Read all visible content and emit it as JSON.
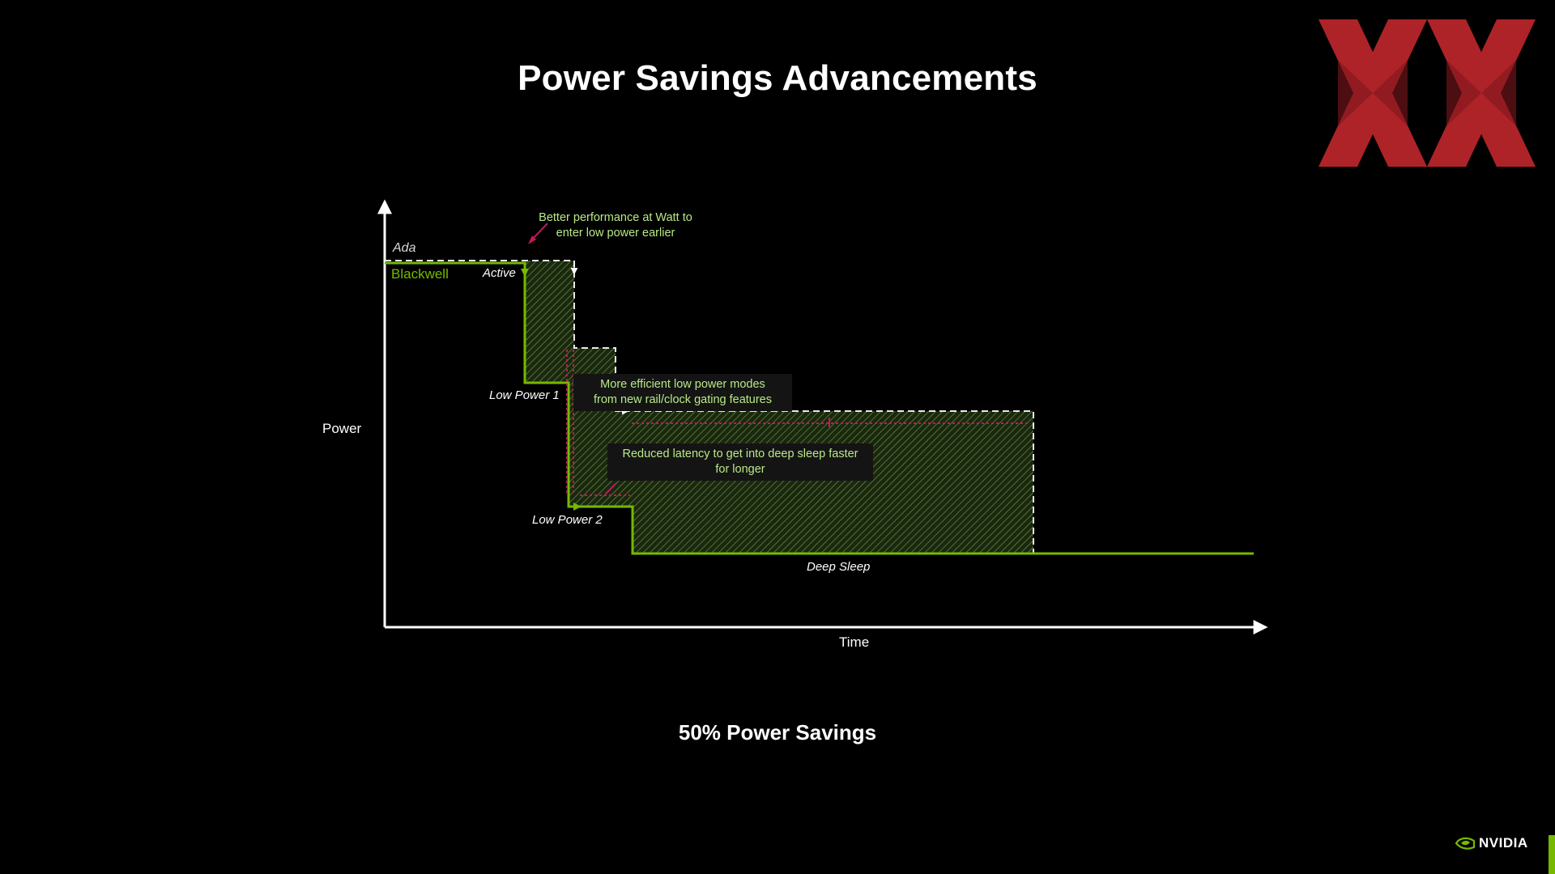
{
  "title": "Power Savings Advancements",
  "labels": {
    "ada": "Ada",
    "blackwell": "Blackwell",
    "active": "Active",
    "low_power_1": "Low Power 1",
    "low_power_2": "Low Power 2",
    "deep_sleep": "Deep Sleep"
  },
  "axes": {
    "y_label": "Power",
    "x_label": "Time"
  },
  "annotations": {
    "ann1_line1": "Better performance at Watt to",
    "ann1_line2": "enter low power earlier",
    "ann2_line1": "More efficient low power modes",
    "ann2_line2": "from new rail/clock gating features",
    "ann3_line1": "Reduced latency to get into deep sleep faster",
    "ann3_line2": "for longer"
  },
  "footer": {
    "savings": "50% Power Savings",
    "brand": "NVIDIA"
  },
  "colors": {
    "blackwell_green": "#76b900",
    "annotation_green": "#b8e986",
    "marker_magenta": "#c2185b",
    "logo_red": "#c1272d",
    "background": "#000000"
  }
}
